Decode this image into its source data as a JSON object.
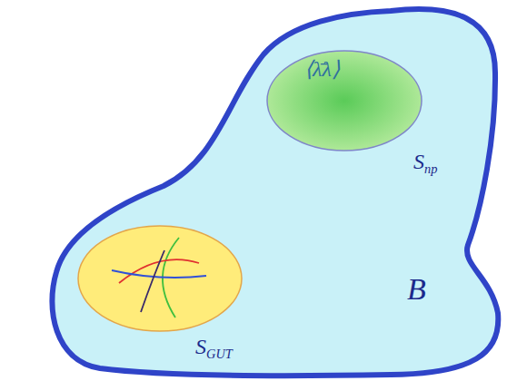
{
  "diagram": {
    "nodes": [
      {
        "text": [
          "B"
        ]
      },
      {
        "text": [
          "⟨λ̄λ⟩",
          "Snp"
        ],
        "in": 0
      },
      {
        "text": [
          "SGUT"
        ],
        "in": 0
      }
    ]
  }
}
